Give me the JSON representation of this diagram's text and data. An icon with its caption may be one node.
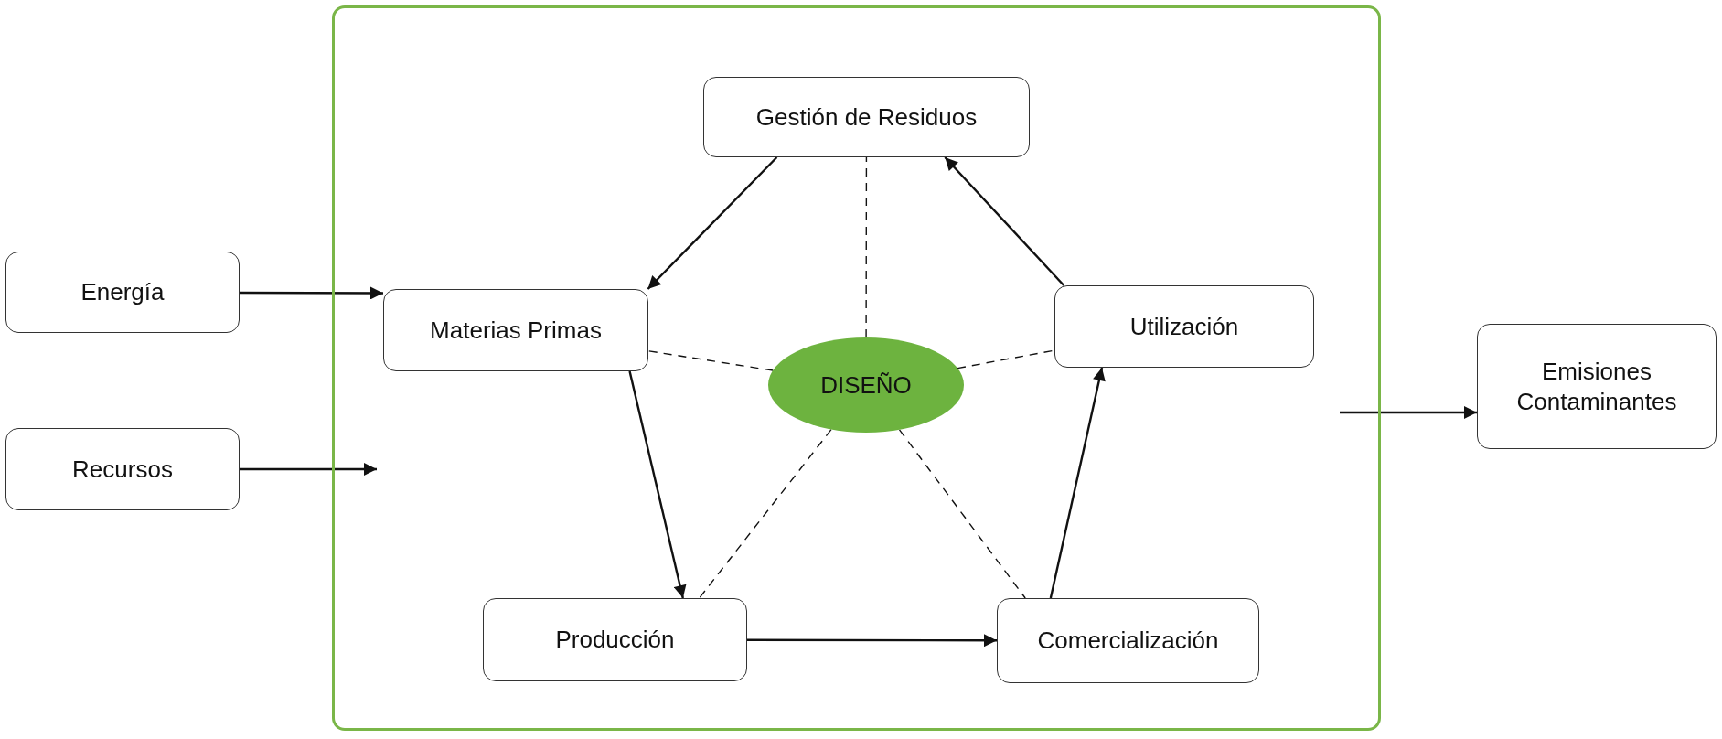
{
  "diagram": {
    "nodes": [
      {
        "text": [],
        "shape": "box"
      },
      {
        "text": [
          "Energía"
        ]
      },
      {
        "text": [
          "Recursos"
        ]
      },
      {
        "text": [
          "Gestión de Residuos"
        ],
        "in": 0
      },
      {
        "text": [
          "Materias Primas"
        ],
        "in": 0
      },
      {
        "text": [
          "DISEÑO"
        ],
        "in": 0
      },
      {
        "text": [
          "Utilización"
        ],
        "in": 0
      },
      {
        "text": [
          "Producción"
        ],
        "in": 0
      },
      {
        "text": [
          "Comercialización"
        ],
        "in": 0
      },
      {
        "text": [
          "Emisiones Contaminantes"
        ]
      }
    ],
    "edges": [
      {
        "from": 1,
        "to": 4,
        "arrow": "to"
      },
      {
        "from": 2,
        "to": null,
        "arrow": "to"
      },
      {
        "from": 3,
        "to": 4,
        "arrow": "to"
      },
      {
        "from": 4,
        "to": 7,
        "arrow": "to"
      },
      {
        "from": 7,
        "to": 8,
        "arrow": "to"
      },
      {
        "from": 8,
        "to": 6,
        "arrow": "to"
      },
      {
        "from": 6,
        "to": 3,
        "arrow": "to"
      },
      {
        "from": null,
        "to": 9,
        "arrow": "to"
      },
      {
        "from": 5,
        "to": 3,
        "arrow": "none",
        "style": "dashed"
      },
      {
        "from": 5,
        "to": 4,
        "arrow": "none",
        "style": "dashed"
      },
      {
        "from": 5,
        "to": 6,
        "arrow": "none",
        "style": "dashed"
      },
      {
        "from": 5,
        "to": 7,
        "arrow": "none",
        "style": "dashed"
      },
      {
        "from": 5,
        "to": 8,
        "arrow": "none",
        "style": "dashed"
      }
    ]
  }
}
